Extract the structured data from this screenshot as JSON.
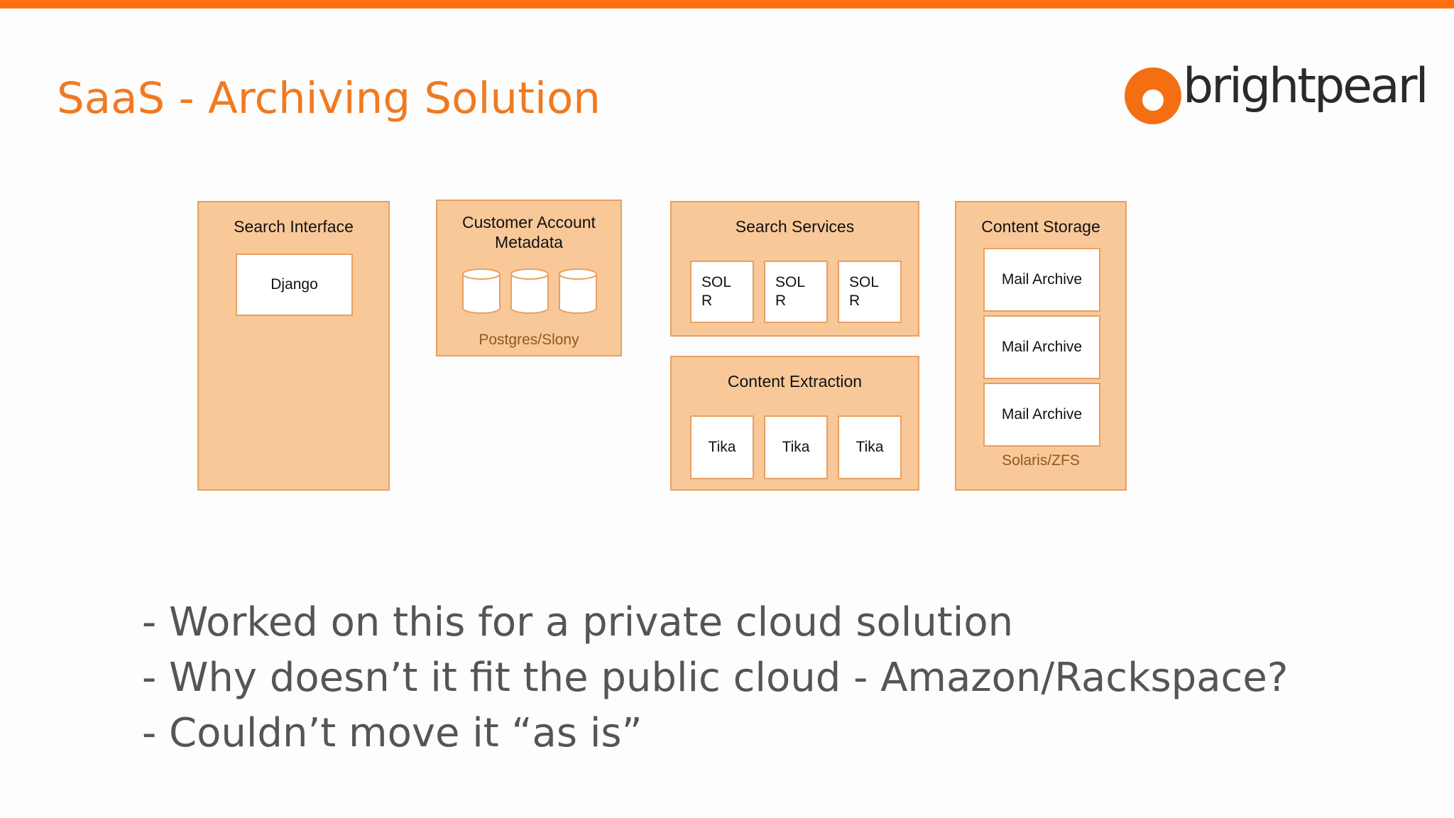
{
  "slide": {
    "title": "SaaS - Archiving Solution",
    "logo_text": "brightpearl",
    "colors": {
      "accent": "#f07a22",
      "panel_fill": "#f9c899",
      "panel_border": "#e8a062"
    }
  },
  "diagram": {
    "search_interface": {
      "title": "Search Interface",
      "component": "Django"
    },
    "customer_account_metadata": {
      "title": "Customer Account\nMetadata",
      "caption": "Postgres/Slony"
    },
    "search_services": {
      "title": "Search Services",
      "nodes": [
        "SOL\nR",
        "SOL\nR",
        "SOL\nR"
      ]
    },
    "content_extraction": {
      "title": "Content Extraction",
      "nodes": [
        "Tika",
        "Tika",
        "Tika"
      ]
    },
    "content_storage": {
      "title": "Content Storage",
      "nodes": [
        "Mail Archive",
        "Mail Archive",
        "Mail Archive"
      ],
      "caption": "Solaris/ZFS"
    }
  },
  "bullets": [
    "- Worked on this for a private cloud solution",
    "- Why doesn’t it fit the public cloud - Amazon/Rackspace?",
    "- Couldn’t move it “as is”"
  ]
}
